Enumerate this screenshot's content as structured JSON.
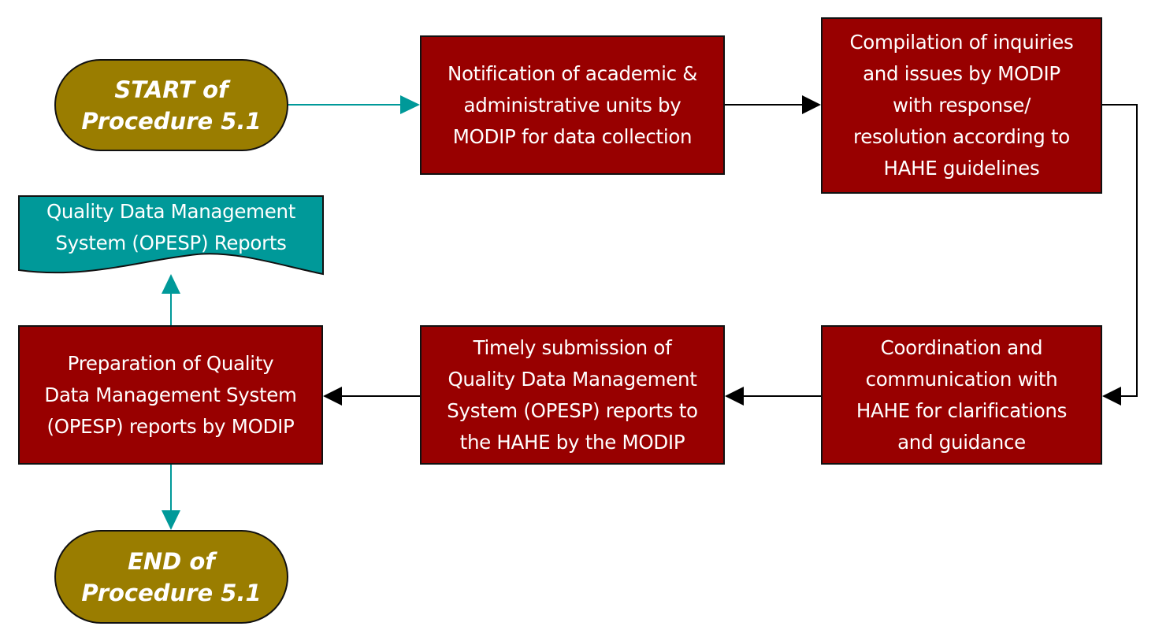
{
  "diagram": {
    "type": "flowchart",
    "colors": {
      "process_fill": "#980000",
      "terminator_fill": "#9a7d00",
      "document_fill": "#009999",
      "flow_black": "#000000",
      "flow_teal": "#009999"
    },
    "nodes": {
      "start": {
        "label": "START of\nProcedure 5.1",
        "shape": "terminator"
      },
      "notification": {
        "label": "Notification of academic &\nadministrative units by\nMODIP for data collection",
        "shape": "process"
      },
      "compilation": {
        "label": "Compilation of inquiries\nand issues by MODIP\nwith response/\nresolution according to\nHAHE guidelines",
        "shape": "process"
      },
      "coordination": {
        "label": "Coordination and\ncommunication with\nHAHE for clarifications\nand guidance",
        "shape": "process"
      },
      "submission": {
        "label": "Timely submission of\nQuality Data Management\nSystem (OPESP) reports to\nthe HAHE by the MODIP",
        "shape": "process"
      },
      "preparation": {
        "label": "Preparation of Quality\nData Management System\n(OPESP) reports by MODIP",
        "shape": "process"
      },
      "reports": {
        "label": "Quality Data Management\nSystem (OPESP) Reports",
        "shape": "document"
      },
      "end": {
        "label": "END of\nProcedure 5.1",
        "shape": "terminator"
      }
    },
    "edges": [
      {
        "from": "start",
        "to": "notification",
        "color": "teal"
      },
      {
        "from": "notification",
        "to": "compilation",
        "color": "black"
      },
      {
        "from": "compilation",
        "to": "coordination",
        "color": "black"
      },
      {
        "from": "coordination",
        "to": "submission",
        "color": "black"
      },
      {
        "from": "submission",
        "to": "preparation",
        "color": "black"
      },
      {
        "from": "preparation",
        "to": "reports",
        "color": "teal"
      },
      {
        "from": "preparation",
        "to": "end",
        "color": "teal"
      }
    ]
  }
}
